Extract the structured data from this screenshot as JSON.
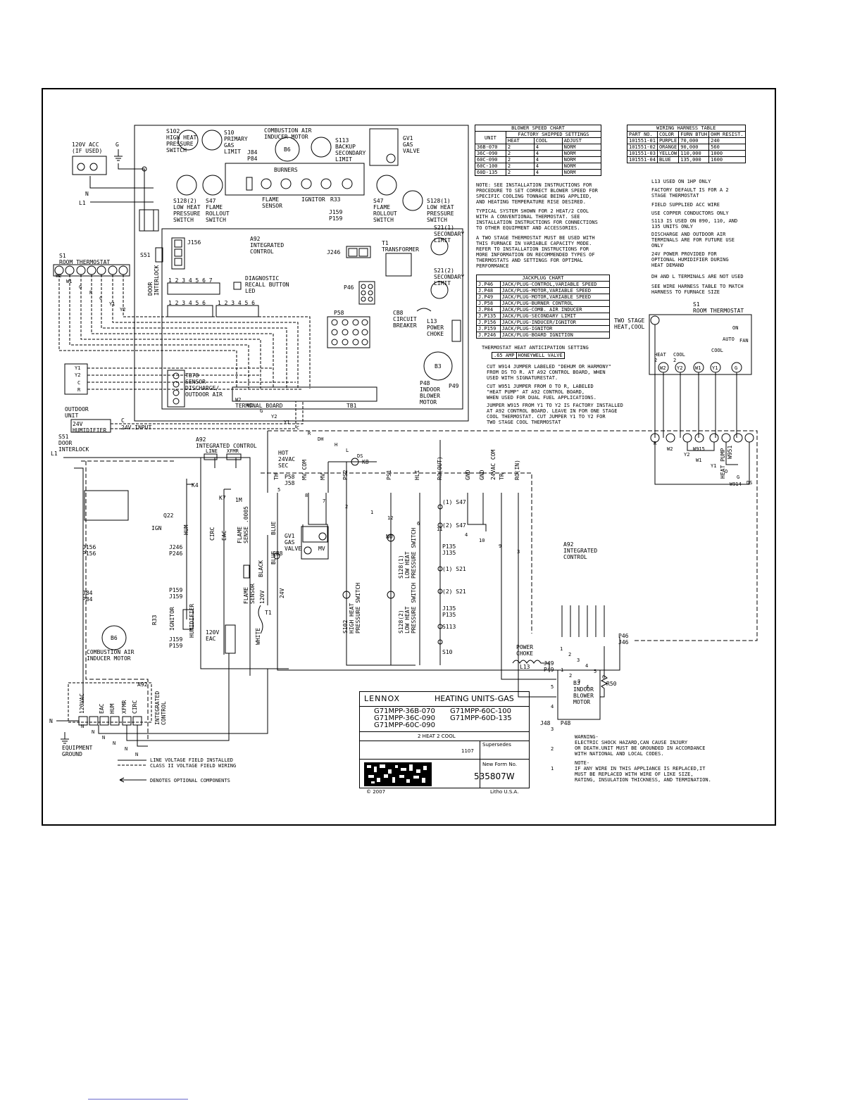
{
  "blower_chart": {
    "title": "BLOWER SPEED CHART",
    "group_header": "FACTORY SHIPPED SETTINGS",
    "columns": [
      "UNIT",
      "HEAT",
      "COOL",
      "ADJUST"
    ],
    "rows": [
      [
        "36B-070",
        "2",
        "4",
        "NORM"
      ],
      [
        "36C-090",
        "2",
        "4",
        "NORM"
      ],
      [
        "60C-090",
        "2",
        "4",
        "NORM"
      ],
      [
        "60C-100",
        "2",
        "4",
        "NORM"
      ],
      [
        "60D-135",
        "2",
        "4",
        "NORM"
      ]
    ]
  },
  "harness_table": {
    "title": "WIRING HARNESS TABLE",
    "columns": [
      "PART NO.",
      "COLOR",
      "FURN BTUH",
      "OHM RESIST."
    ],
    "rows": [
      [
        "101551-01",
        "PURPLE",
        "70,000",
        "240"
      ],
      [
        "101551-02",
        "ORANGE",
        "90,000",
        "560"
      ],
      [
        "101551-03",
        "YELLOW",
        "110,000",
        "1000"
      ],
      [
        "101551-04",
        "BLUE",
        "135,000",
        "1600"
      ]
    ]
  },
  "jackplug_chart": {
    "title": "JACKPLUG CHART",
    "rows": [
      [
        "J.P46",
        "JACK/PLUG-CONTROL,VARIABLE SPEED"
      ],
      [
        "J.P48",
        "JACK/PLUG-MOTOR,VARIABLE SPEED"
      ],
      [
        "J.P49",
        "JACK/PLUG-MOTOR,VARIABLE SPEED"
      ],
      [
        "J.P58",
        "JACK/PLUG-BURNER CONTROL"
      ],
      [
        "J.P84",
        "JACK/PLUG-COMB. AIR INDUCER"
      ],
      [
        "J.P135",
        "JACK/PLUG-SECONDARY LIMIT"
      ],
      [
        "J.P156",
        "JACK/PLUG-INDUCER/IGNITOR"
      ],
      [
        "J.P159",
        "JACK/PLUG-IGNITOR"
      ],
      [
        "J.P246",
        "JACK/PLUG-BOARD IGNITION"
      ]
    ]
  },
  "anticipation": {
    "title": "THERMOSTAT HEAT ANTICIPATION SETTING",
    "cells": [
      ".65 AMP",
      "HONEYWELL VALVE"
    ]
  },
  "notes_middle": [
    "NOTE: SEE INSTALLATION INSTRUCTIONS FOR\nPROCEDURE TO SET CORRECT BLOWER SPEED FOR\nSPECIFIC COOLING TONNAGE BEING APPLIED,\nAND HEATING TEMPERATURE RISE DESIRED.",
    "TYPICAL SYSTEM SHOWN FOR 2 HEAT/2 COOL\nWITH A CONVENTIONAL THERMOSTAT. SEE\nINSTALLATION INSTRUCTIONS FOR CONNECTIONS\nTO OTHER EQUIPMENT AND ACCESSORIES.",
    "A TWO STAGE THERMOSTAT MUST BE USED WITH\nTHIS FURNACE IN VARIABLE CAPACITY MODE.\nREFER TO INSTALLATION INSTRUCTIONS FOR\nMORE INFORMATION ON RECOMMENDED TYPES OF\nTHERMOSTATS AND SETTINGS FOR OPTIMAL\nPERFORMANCE"
  ],
  "notes_jumpers": [
    "CUT W914 JUMPER LABELED \"DEHUM OR HARMONY\"\nFROM DS TO R. AT A92 CONTROL BOARD, WHEN\nUSED WITH SIGNATURESTAT.",
    "CUT W951 JUMPER FROM O TO R, LABELED\n\"HEAT PUMP\" AT A92 CONTROL BOARD,\nWHEN USED FOR DUAL FUEL APPLICATIONS.",
    "JUMPER W915 FROM Y1 TO Y2 IS FACTORY INSTALLED\nAT A92 CONTROL BOARD. LEAVE IN FOR ONE STAGE\nCOOL THERMOSTAT. CUT JUMPER Y1 TO Y2 FOR\nTWO STAGE COOL THERMOSTAT"
  ],
  "notes_right": [
    "L13 USED ON 1HP ONLY",
    "FACTORY DEFAULT IS FOR A 2\nSTAGE THERMOSTAT",
    "FIELD SUPPLIED ACC WIRE",
    "USE COPPER CONDUCTORS ONLY",
    "S113 IS USED ON 090, 110, AND\n135 UNITS ONLY",
    "DISCHARGE AND OUTDOOR AIR\nTERMINALS ARE FOR FUTURE USE\nONLY",
    "24V POWER PROVIDED FOR\nOPTIONAL HUMIDIFIER DURING\nHEAT DEMAND",
    "DH AND L TERMINALS ARE NOT USED",
    "SEE WIRE HARNESS TABLE TO MATCH\nHARNESS TO FURNACE SIZE"
  ],
  "labels": {
    "acc": "120V ACC\n(IF USED)",
    "g": "G",
    "n": "N",
    "l1": "L1",
    "s102": "S102\nHIGH HEAT\nPRESSURE\nSWITCH",
    "s10": "S10\nPRIMARY\nGAS\nLIMIT",
    "combustion_motor_top": "COMBUSTION AIR\nINDUCER MOTOR",
    "j84p84": "J84\nP84",
    "b6": "B6",
    "s113": "S113\nBACKUP\nSECONDARY\nLIMIT",
    "gv1": "GV1\nGAS\nVALVE",
    "burners": "BURNERS",
    "s128_2": "S128(2)\nLOW HEAT\nPRESSURE\nSWITCH",
    "s47_left": "S47\nFLAME\nROLLOUT\nSWITCH",
    "flame_sensor": "FLAME\nSENSOR",
    "ignitor": "IGNITOR",
    "r33": "R33",
    "j159": "J159\nP159",
    "s47_right": "S47\nFLAME\nROLLOUT\nSWITCH",
    "s128_1": "S128(1)\nLOW HEAT\nPRESSURE\nSWITCH",
    "room_tstat": "S1\nROOM THERMOSTAT",
    "s51": "S51",
    "door_interlock_v": "DOOR\nINTERLOCK",
    "j156": "J156",
    "a92": "A92\nINTEGRATED\nCONTROL",
    "j246": "J246",
    "t1": "T1\nTRANSFORMER",
    "s21_1": "S21(1)\nSECONDARY\nLIMIT",
    "s21_2": "S21(2)\nSECONDARY\nLIMIT",
    "diag": "DIAGNOSTIC\nRECALL BUTTON\nLED",
    "p46": "P46",
    "p58": "P58",
    "cb8": "CB8\nCIRCUIT\nBREAKER",
    "l13": "L13\nPOWER\nCHOKE",
    "b3": "B3",
    "p49": "P49",
    "p48": "P48\nINDOOR\nBLOWER\nMOTOR",
    "tb78": "TB78\nSENSOR\nDISCHARGE/\nOUTDOOR AIR",
    "terminal_board": "TERMINAL BOARD",
    "tb1": "TB1",
    "outdoor_unit": "OUTDOOR\nUNIT",
    "humidifier": "24V\nHUMIDIFIER",
    "c_24v": "C",
    "input_24v": "24V INPUT",
    "two_stage": "TWO STAGE\nHEAT,COOL",
    "s1_right": "S1\nROOM THERMOSTAT",
    "heat_sw": "HEAT\n2",
    "cool_sw": "COOL\n2",
    "auto": "AUTO",
    "on": "ON",
    "fan": "FAN",
    "cool": "COOL",
    "w915": "W915",
    "w914": "W914",
    "heat_pump_v": "HEAT PUMP",
    "w951_v": "W951",
    "s51_door": "S51\nDOOR\nINTERLOCK",
    "a92_low": "A92\nINTEGRATED CONTROL",
    "line": "LINE",
    "xfmr": "XFMR",
    "hot": "HOT\n24VAC\nSEC",
    "k8": "K8",
    "k4": "K4",
    "k7": "K7",
    "q22": "Q22",
    "ign": "IGN",
    "hum_v": "HUM",
    "circ_v": "CIRC",
    "eac_v": "EAC",
    "flame_sense_v": "FLAME\nSENSE .0005",
    "one_m": "1M",
    "j156p156": "J156\nP156",
    "j246p246": "J246\nP246",
    "j84_low": "J84\nP84",
    "p159_low": "P159\nJ159",
    "r33_v": "R33",
    "ignitor_v": "IGNITOR",
    "j159_low": "J159\nP159",
    "humidifier_v": "HUMIDIFIER",
    "eac120": "120V\nEAC",
    "combustion_low": "COMBUSTION AIR\nINDUCER MOTOR",
    "blue_v": "BLUE",
    "cb8_low": "CB8",
    "black_v": "BLACK",
    "flame_sensor_v": "FLAME\nSENSOR",
    "v120": "120V",
    "v24": "24V",
    "t1_low": "T1",
    "white_v": "WHITE",
    "gv1_low": "GV1\nGAS\nVALVE",
    "mv": "MV",
    "p58_low": "P58\nJ58",
    "high_heat_ps": "S102\nHIGH HEAT\nPRESSURE SWITCH",
    "low_heat_ps": "S128(2)\nLOW HEAT\nPRESSURE SWITCH",
    "low_heat_ps1": "S128(1)\nLOW HEAT\nPRESSURE SWITCH",
    "no1": "NO",
    "s47_1": "(1) S47",
    "s47_2": "(2) S47",
    "p135j135": "P135\nJ135",
    "s21_1l": "(1) S21",
    "s21_2l": "(2) S21",
    "j135p135": "J135\nP135",
    "s113_low": "S113",
    "s10_low": "S10",
    "a92_right": "A92\nINTEGRATED\nCONTROL",
    "p46j46": "P46\nJ46",
    "power_choke": "POWER\nCHOKE",
    "l13_low": "L13",
    "j49p49": "J49\nP49",
    "b3_low": "B3\nINDOOR\nBLOWER\nMOTOR",
    "r50": "R50",
    "j48p48": "J48   P48",
    "a92_bottom": "A92",
    "v120ac_v": "120VAC",
    "eac_b": "EAC",
    "hum_b": "HUM",
    "xfmr_b": "XFMR",
    "circ_b": "CIRC",
    "ic_v": "INTEGRATED\nCONTROL",
    "n_b": "N",
    "equip_ground": "EQUIPMENT\nGROUND",
    "legend_line": "LINE VOLTAGE FIELD INSTALLED",
    "legend_class": "CLASS II VOLTAGE FIELD WIRING",
    "legend_opt": "DENOTES OPTIONAL COMPONENTS",
    "warning": "WARNING-\nELECTRIC SHOCK HAZARD,CAN CAUSE INJURY\nOR DEATH.UNIT MUST BE GROUNDED IN ACCORDANCE\nWITH NATIONAL AND LOCAL CODES.",
    "note_low": "NOTE-\nIF ANY WIRE IN THIS APPLIANCE IS REPLACED,IT\nMUST BE REPLACED WITH WIRE OF LIKE SIZE,\nRATING, INSULATION THICKNESS, AND TERMINATION.",
    "copyright": "© 2007",
    "litho": "Litho U.S.A."
  },
  "tstat_terminals": [
    "W2",
    "W1",
    "G",
    "R",
    "C",
    "Y1",
    "Y2"
  ],
  "board_terminals": [
    "W2",
    "W1",
    "G",
    "Y2",
    "Y1",
    "C",
    "R",
    "DH",
    "H",
    "L",
    "DS"
  ],
  "right_terminals": [
    "R",
    "W2",
    "Y2",
    "W1",
    "Y1",
    "O",
    "G",
    "DS"
  ],
  "tstat_right_terms": [
    "W2",
    "Y2",
    "W1",
    "Y1",
    "G"
  ],
  "outdoor_terms": [
    "Y1",
    "Y2",
    "C",
    "R"
  ],
  "pin_labels": {
    "p58_pins": [
      "5",
      "8",
      "7",
      "2",
      "1",
      "12",
      "6",
      "11",
      "4",
      "10",
      "9",
      "3"
    ],
    "top_pins": [
      "TH",
      "MV COM",
      "MV",
      "PS2",
      "",
      "PS1",
      "HLI",
      "RO(OUT)",
      "GND",
      "GND",
      "24VAC COM",
      "TR",
      "RO(IN)"
    ],
    "p46_pins": [
      "1",
      "2",
      "3",
      "4",
      "5",
      "6"
    ],
    "p49_pins": [
      "1",
      "2",
      "3",
      "4"
    ],
    "p48_pins": [
      "5",
      "4",
      "3",
      "2",
      "1"
    ]
  },
  "title_block": {
    "brand": "LENNOX",
    "product": "HEATING UNITS-GAS",
    "models_left": [
      "G71MPP-36B-070",
      "G71MPP-36C-090",
      "G71MPP-60C-090"
    ],
    "models_right": [
      "G71MPP-60C-100",
      "G71MPP-60D-135"
    ],
    "config": "2 HEAT 2 COOL",
    "supersedes_label": "Supersedes",
    "date_code": "1107",
    "new_form_label": "New Form No.",
    "form_no": "535807W"
  }
}
